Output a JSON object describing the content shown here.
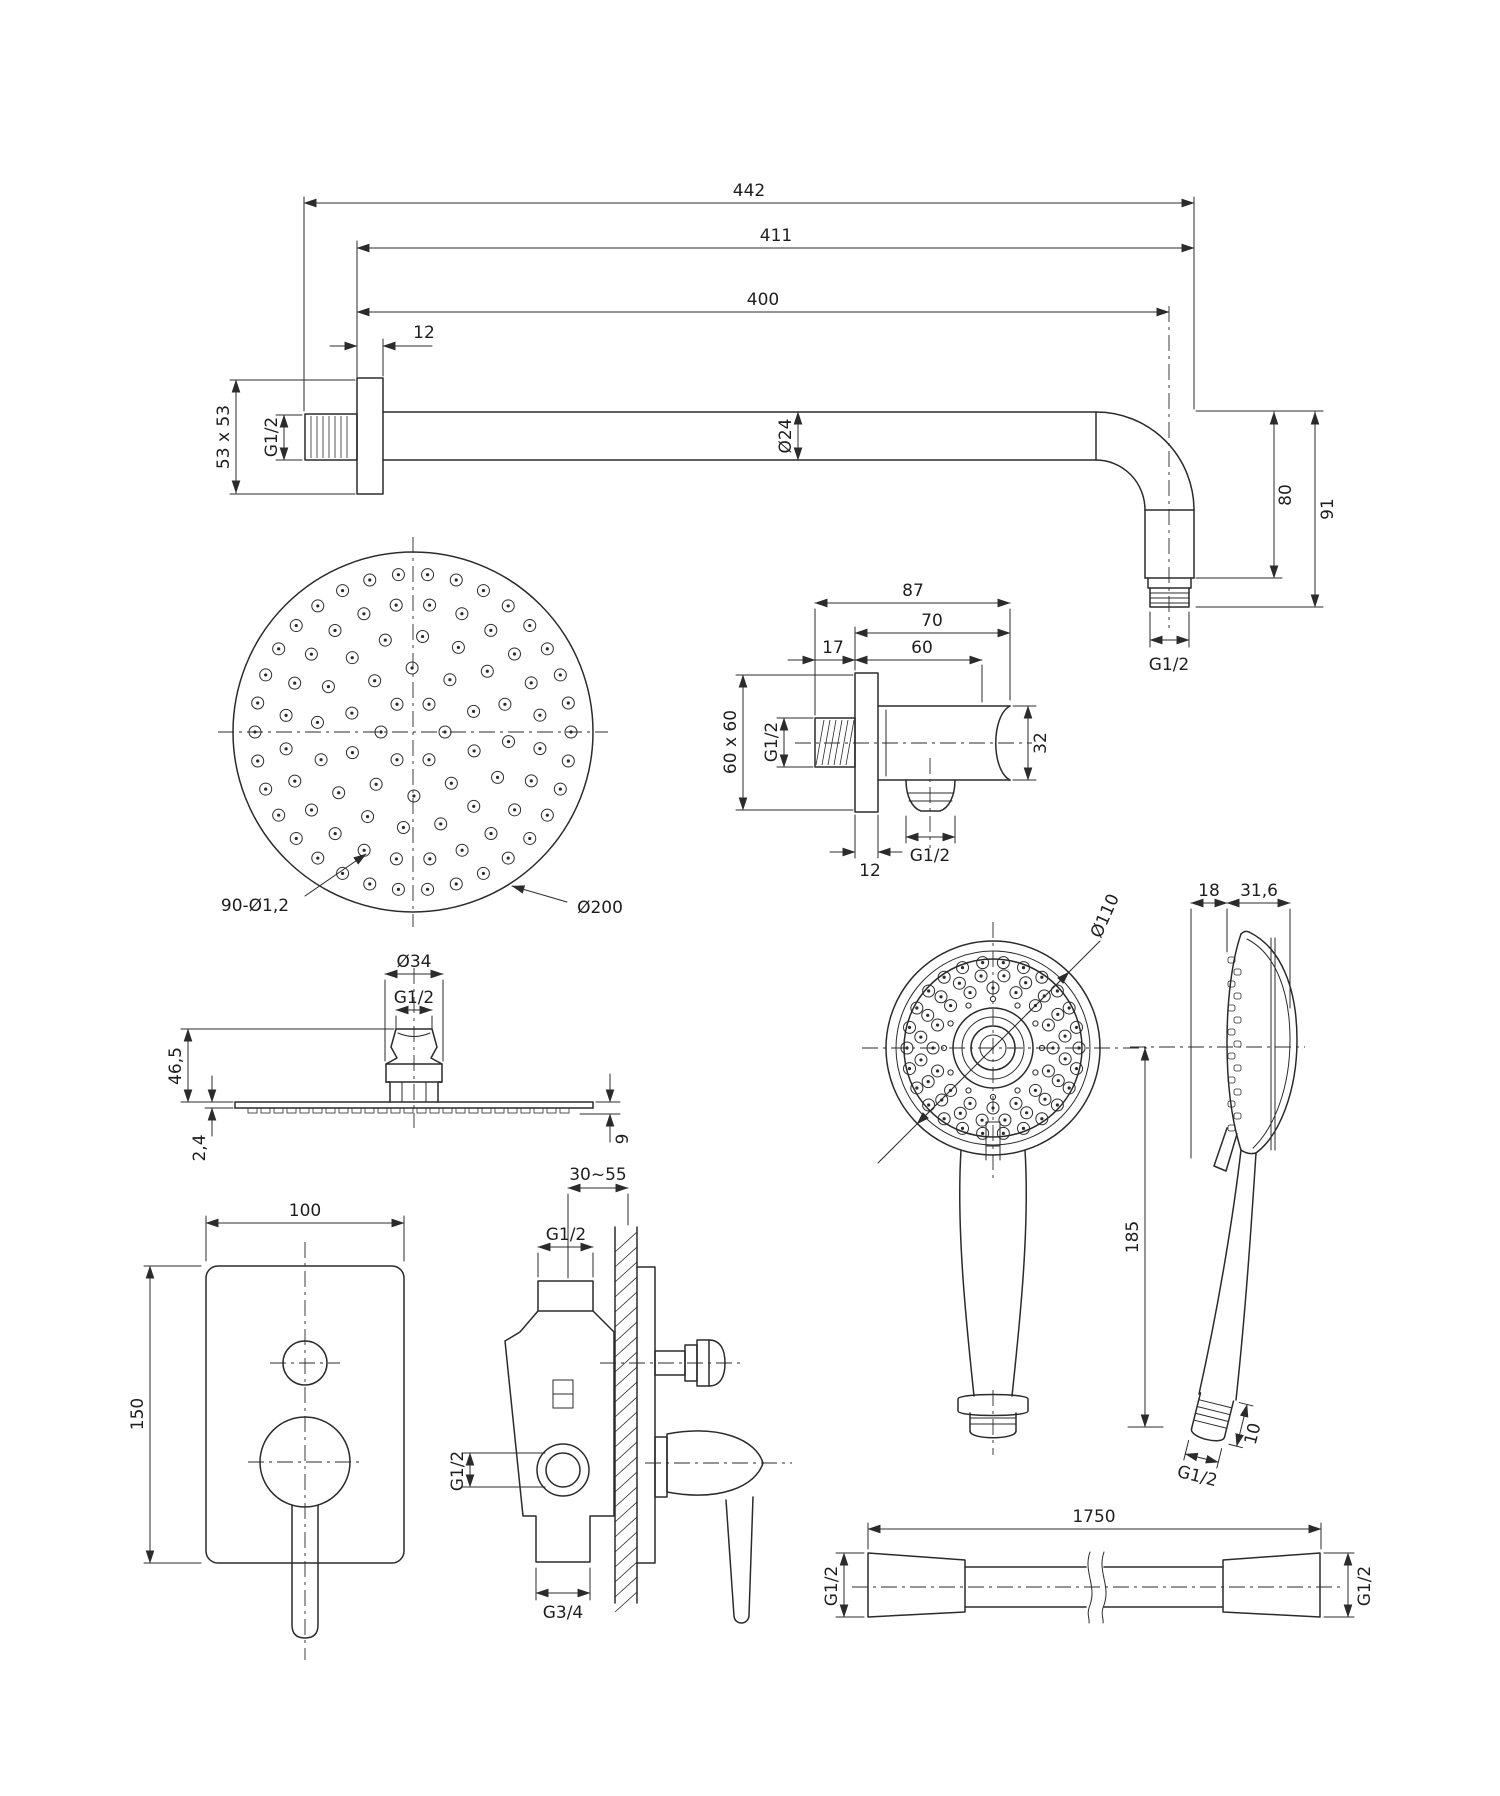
{
  "sheet": {
    "background": "#ffffff",
    "line_color": "#2b2b2b"
  },
  "views": {
    "shower_arm": {
      "labels": {
        "overall_length": "442",
        "length_to_wall": "411",
        "arm_length": "400",
        "flange_thickness": "12",
        "flange_size": "53 x 53",
        "inlet_thread": "G1/2",
        "tube_diameter": "Ø24",
        "drop_to_collar": "80",
        "drop_overall": "91",
        "outlet_thread": "G1/2"
      }
    },
    "head_top": {
      "labels": {
        "nozzle_spec": "90-Ø1,2",
        "head_diameter": "Ø200"
      }
    },
    "head_side": {
      "labels": {
        "connector_diameter": "Ø34",
        "thread": "G1/2",
        "connector_height": "46,5",
        "plate_thickness": "2,4",
        "rim_height": "9"
      }
    },
    "wall_elbow": {
      "labels": {
        "overall_depth": "87",
        "body_depth": "70",
        "plate_to_wall": "17",
        "holder_depth": "60",
        "plate_size": "60 x 60",
        "inlet_thread": "G1/2",
        "holder_width": "32",
        "plate_thickness": "12",
        "outlet_thread": "G1/2"
      }
    },
    "mixer_front": {
      "labels": {
        "plate_width": "100",
        "plate_height": "150"
      }
    },
    "mixer_side": {
      "labels": {
        "mounting_depth": "30~55",
        "top_outlet_thread": "G1/2",
        "side_outlet_thread": "G1/2",
        "bottom_inlet_thread": "G3/4"
      }
    },
    "hand_shower_front": {
      "labels": {
        "head_diameter": "Ø110",
        "length": "185"
      }
    },
    "hand_shower_side": {
      "labels": {
        "head_depth": "18",
        "face_depth": "31,6",
        "outlet_length": "10",
        "outlet_thread": "G1/2"
      }
    },
    "hose": {
      "labels": {
        "length": "1750",
        "thread_left": "G1/2",
        "thread_right": "G1/2"
      }
    }
  }
}
